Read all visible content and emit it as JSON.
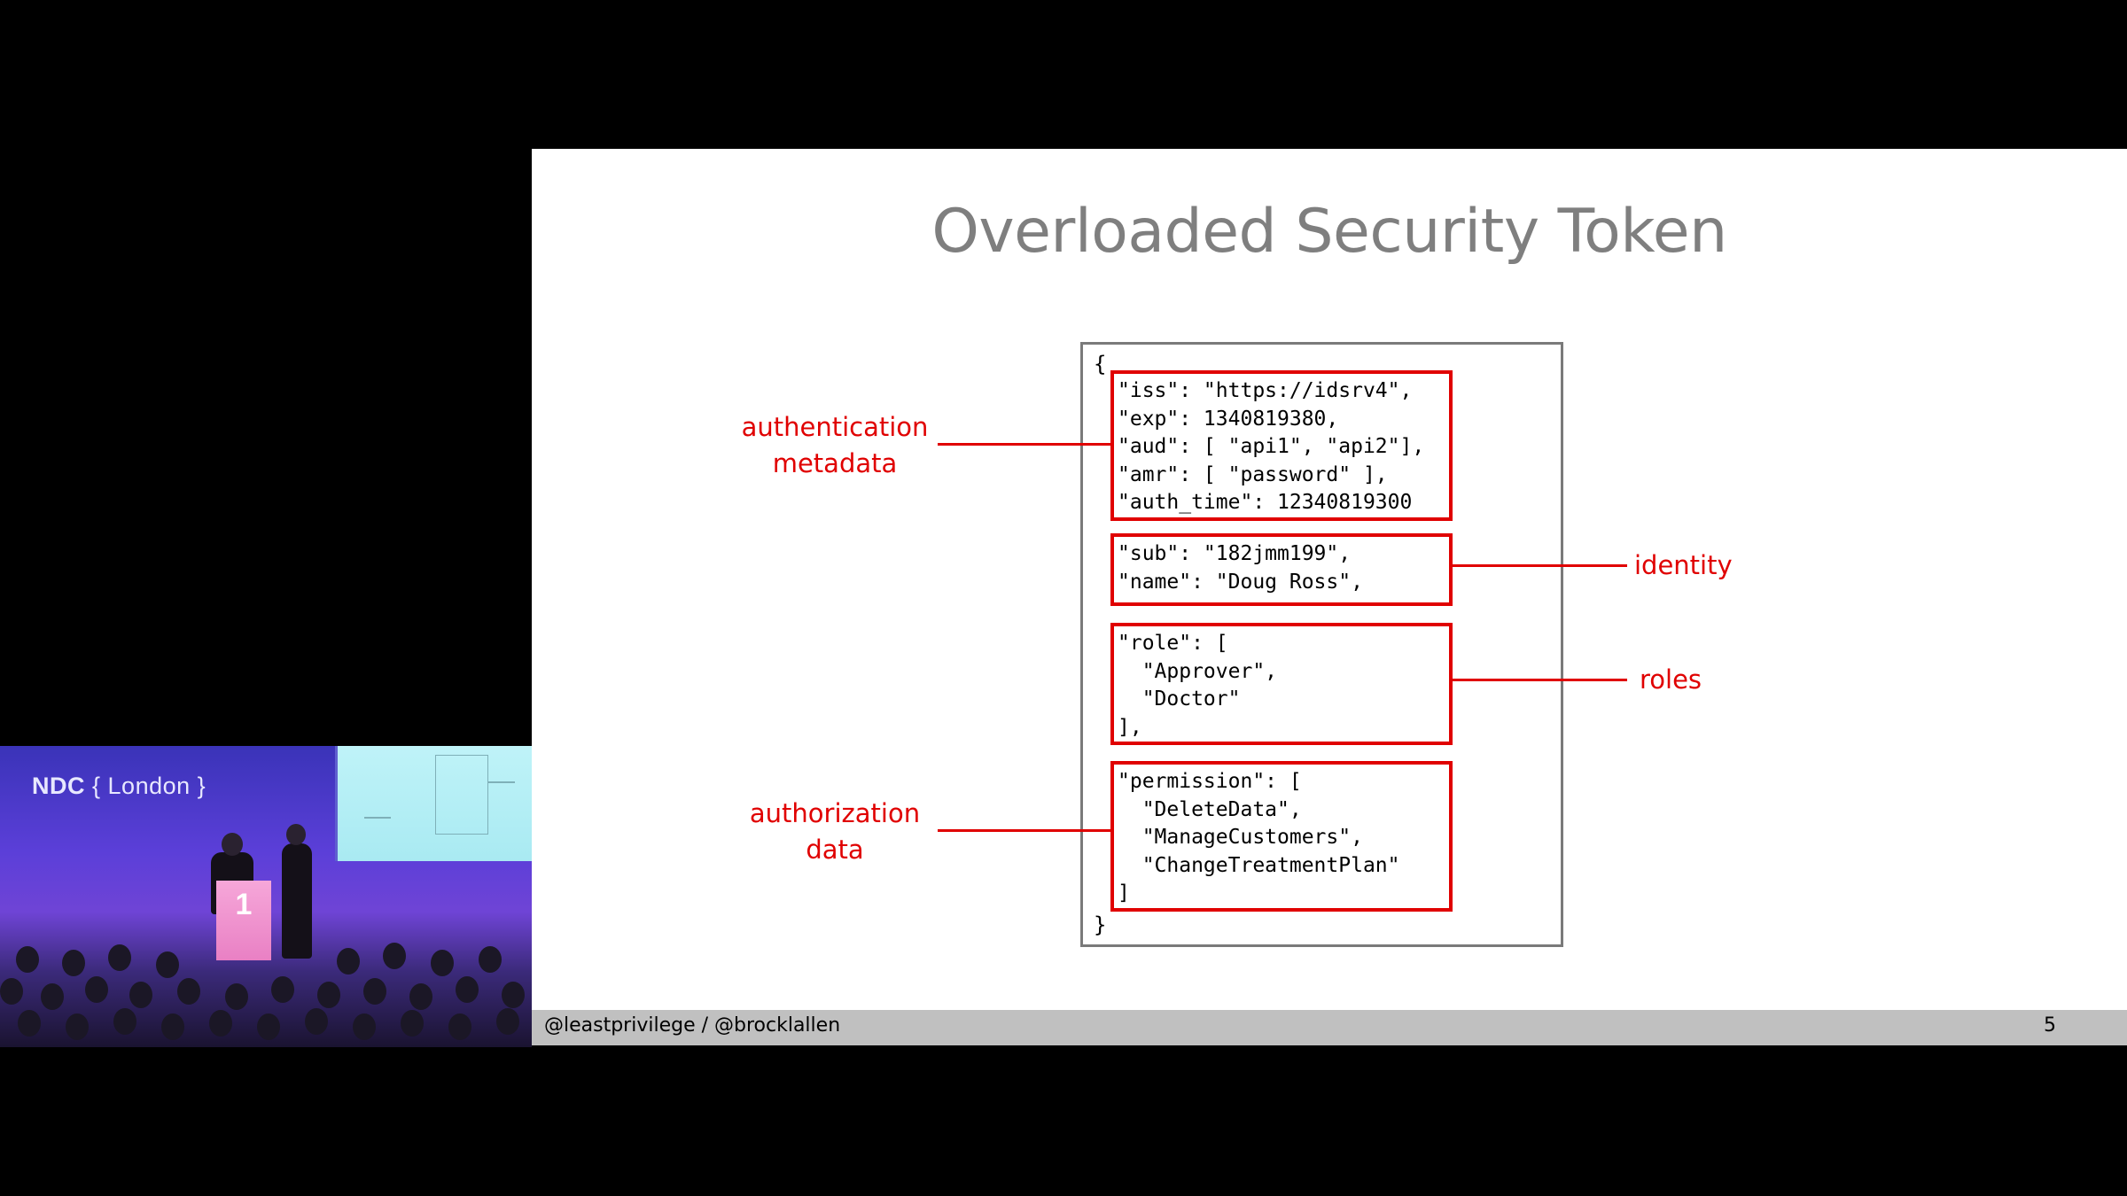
{
  "slide": {
    "title": "Overloaded Security Token",
    "code": {
      "open_brace": "{",
      "close_brace": "}",
      "groups": [
        {
          "lines": [
            "\"iss\": \"https://idsrv4\",",
            "\"exp\": 1340819380,",
            "\"aud\": [ \"api1\", \"api2\"],",
            "\"amr\": [ \"password\" ],",
            "\"auth_time\": 12340819300"
          ]
        },
        {
          "lines": [
            "\"sub\": \"182jmm199\",",
            "\"name\": \"Doug Ross\","
          ]
        },
        {
          "lines": [
            "\"role\": [",
            "  \"Approver\",",
            "  \"Doctor\"",
            "],"
          ]
        },
        {
          "lines": [
            "\"permission\": [",
            "  \"DeleteData\",",
            "  \"ManageCustomers\",",
            "  \"ChangeTreatmentPlan\"",
            "]"
          ]
        }
      ]
    },
    "annotations": {
      "auth_metadata_line1": "authentication",
      "auth_metadata_line2": "metadata",
      "identity": "identity",
      "roles": "roles",
      "authorization_line1": "authorization",
      "authorization_line2": "data"
    },
    "accent_color": "#e00000",
    "title_color": "#7f7f7f"
  },
  "footer": {
    "handles": "@leastprivilege / @brocklallen",
    "page_number": "5"
  },
  "camera": {
    "logo_bold": "NDC",
    "logo_rest": "{ London }",
    "podium_number": "1"
  }
}
